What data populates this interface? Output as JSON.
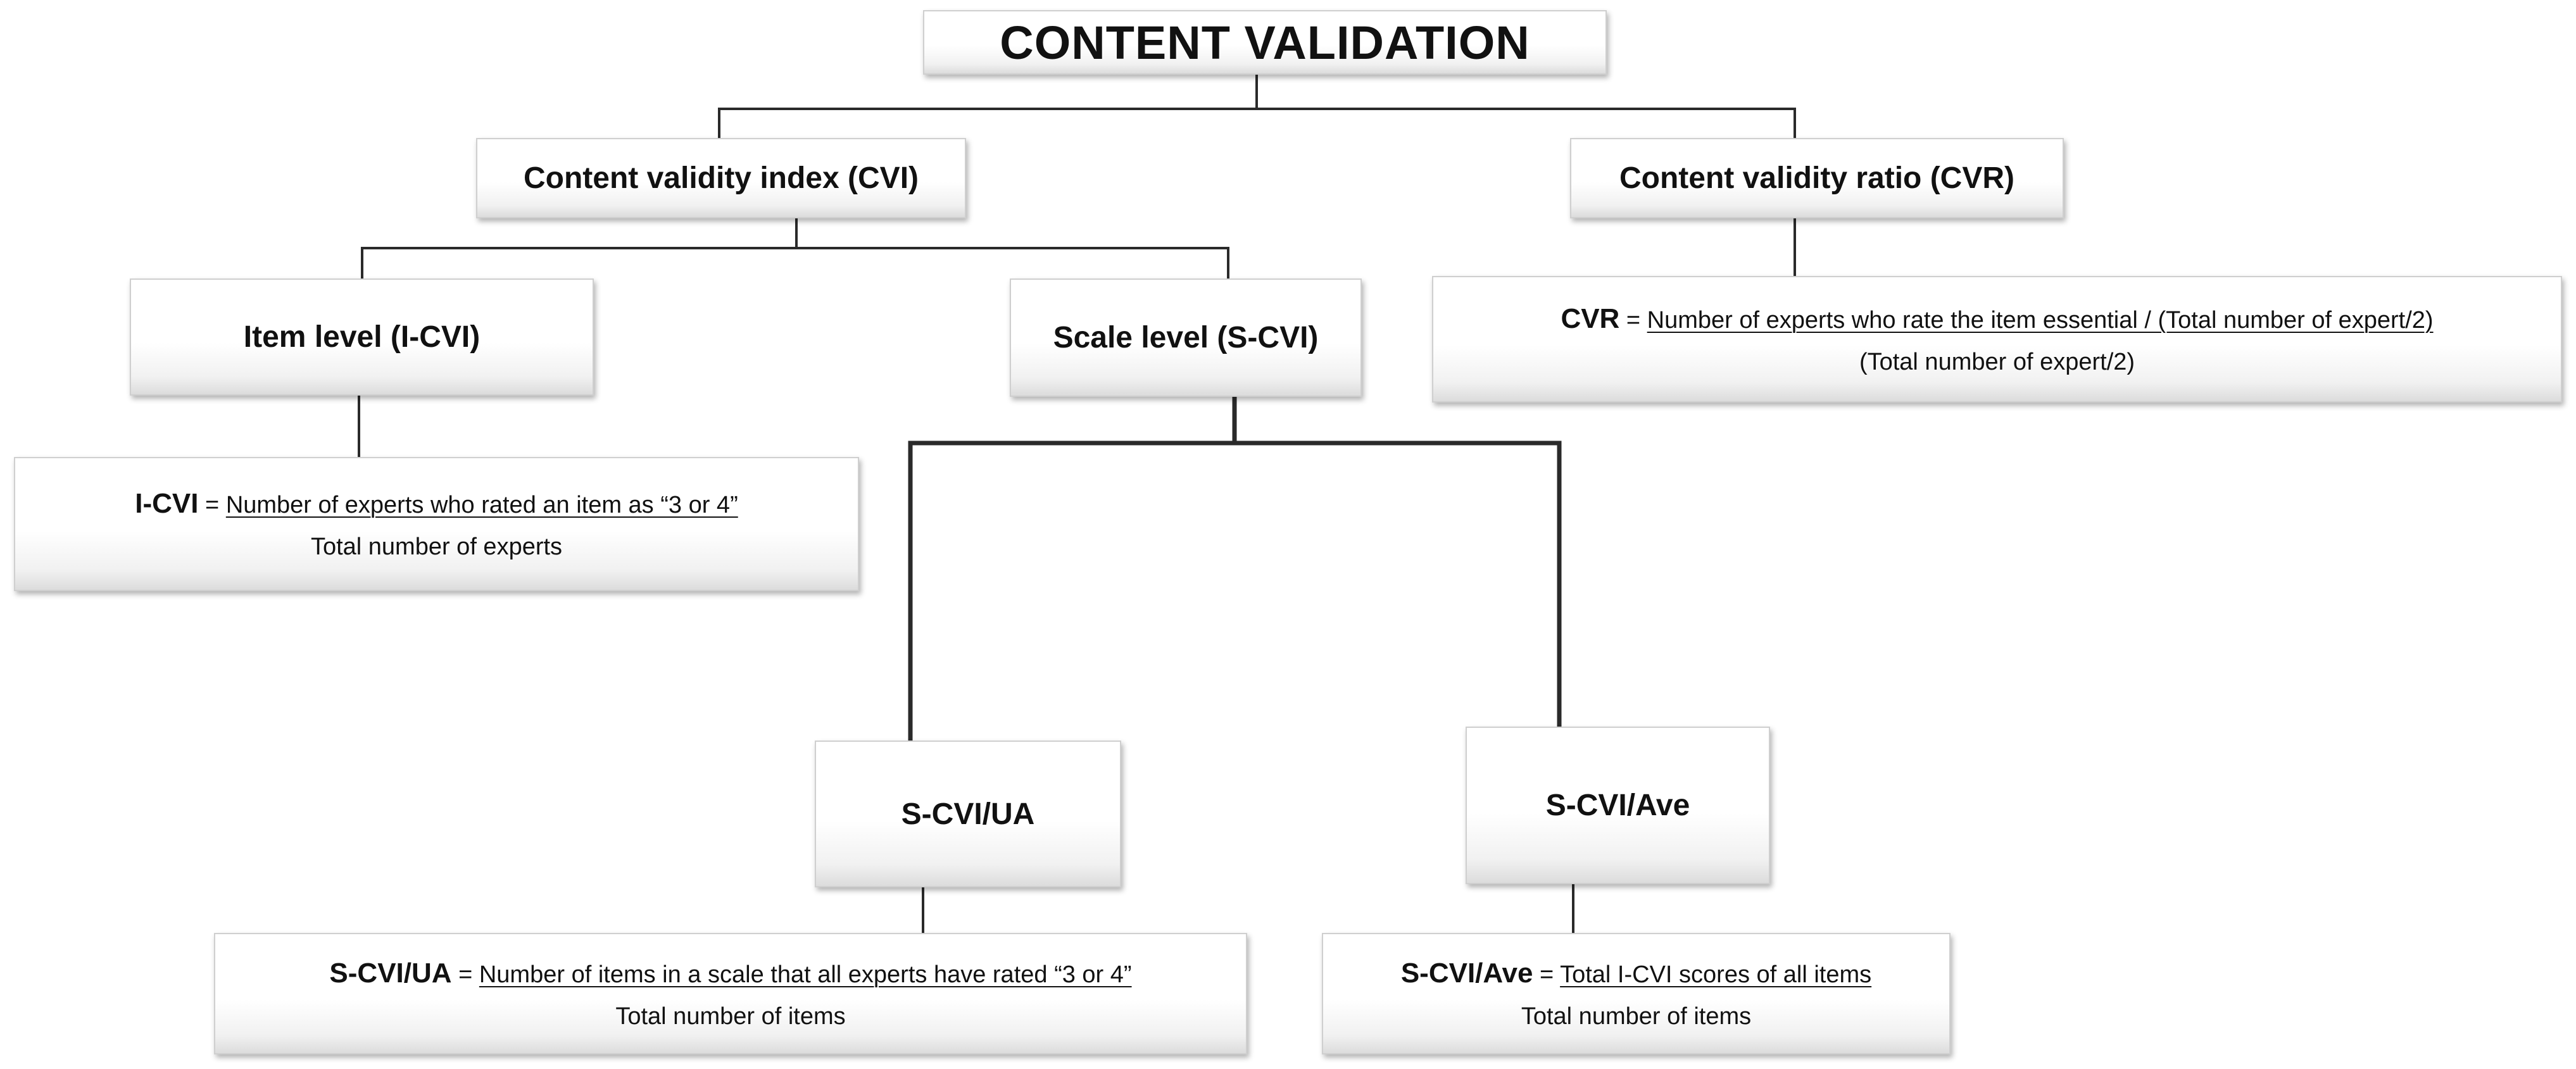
{
  "title": "CONTENT VALIDATION",
  "cvi": {
    "label": "Content validity index (CVI)",
    "item_level": {
      "label": "Item level (I-CVI)",
      "formula": {
        "term": "I-CVI",
        "eq": " = ",
        "numerator": "Number of experts who rated an item as “3 or 4”",
        "denominator": "Total number of experts"
      }
    },
    "scale_level": {
      "label": "Scale level (S-CVI)",
      "ua": {
        "label": "S-CVI/UA",
        "formula": {
          "term": "S-CVI/UA",
          "eq": " = ",
          "numerator": "Number of items in a scale that all experts have rated “3 or 4”",
          "denominator": "Total number of items"
        }
      },
      "ave": {
        "label": "S-CVI/Ave",
        "formula": {
          "term": "S-CVI/Ave",
          "eq": " = ",
          "numerator": "Total I-CVI scores of all items",
          "denominator": "Total number of items"
        }
      }
    }
  },
  "cvr": {
    "label": "Content validity ratio (CVR)",
    "formula": {
      "term": "CVR",
      "eq": " = ",
      "numerator": "Number of experts who rate the item essential / (Total number of expert/2)",
      "denominator": "(Total number of expert/2)"
    }
  }
}
